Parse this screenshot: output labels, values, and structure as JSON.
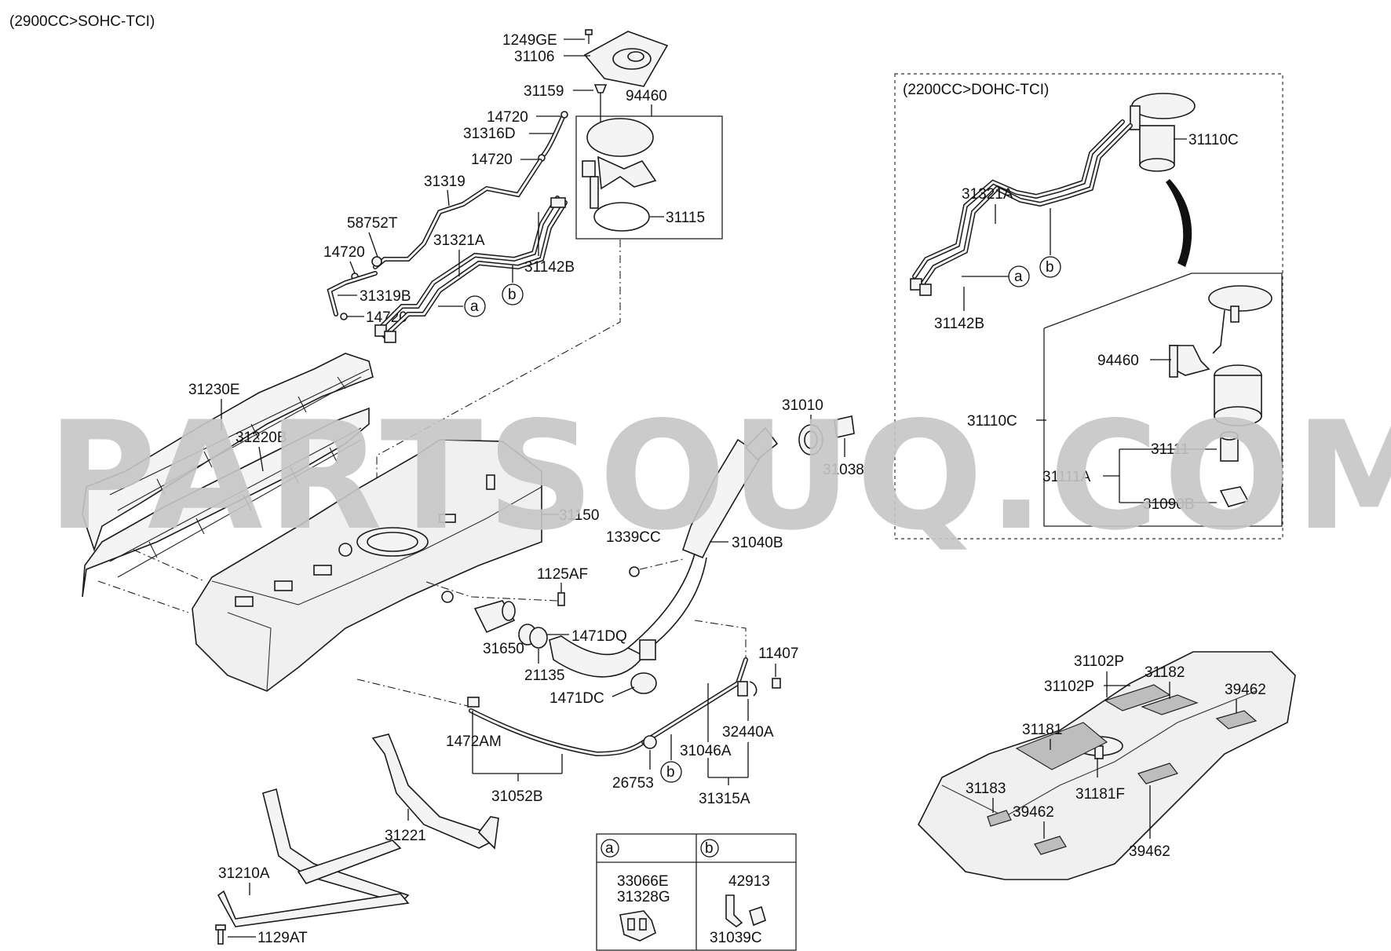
{
  "sections": {
    "main_header": "(2900CC>SOHC-TCI)",
    "inset_header": "(2200CC>DOHC-TCI)"
  },
  "watermark": "PARTSOUQ.COM",
  "labels": {
    "l1249GE": "1249GE",
    "l31106": "31106",
    "l31159": "31159",
    "l94460": "94460",
    "l14720a": "14720",
    "l31316D": "31316D",
    "l14720b": "14720",
    "l31319": "31319",
    "l58752T": "58752T",
    "l31321A": "31321A",
    "l14720c": "14720",
    "l31142B": "31142B",
    "l31115": "31115",
    "l31319B": "31319B",
    "l14720d": "14720",
    "l31230E": "31230E",
    "l31220B": "31220B",
    "l31010": "31010",
    "l31038": "31038",
    "l31150": "31150",
    "l1339CC": "1339CC",
    "l31040B": "31040B",
    "l1125AF": "1125AF",
    "l31650": "31650",
    "l1471DQ": "1471DQ",
    "l21135": "21135",
    "l1471DC": "1471DC",
    "l11407": "11407",
    "l32440A": "32440A",
    "l31046A": "31046A",
    "l1472AM": "1472AM",
    "l31052B": "31052B",
    "l26753": "26753",
    "l31315A": "31315A",
    "l31221": "31221",
    "l31210A": "31210A",
    "l1129AT": "1129AT",
    "i31110C_top": "31110C",
    "i31321A": "31321A",
    "i31142B": "31142B",
    "i94460": "94460",
    "i31110C": "31110C",
    "i31111": "31111",
    "i31111A": "31111A",
    "i31090B": "31090B",
    "t31102P_a": "31102P",
    "t31182": "31182",
    "t39462_a": "39462",
    "t31102P_b": "31102P",
    "t31181": "31181",
    "t31183": "31183",
    "t31181F": "31181F",
    "t39462_b": "39462",
    "t39462_c": "39462"
  },
  "refs": {
    "a": "a",
    "b": "b"
  },
  "legend": {
    "a_key": "a",
    "b_key": "b",
    "a_parts": [
      "33066E",
      "31328G"
    ],
    "b_parts_top": "42913",
    "b_parts_bottom": "31039C"
  }
}
